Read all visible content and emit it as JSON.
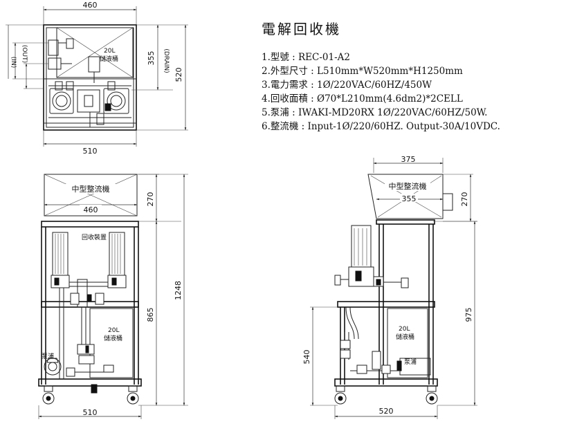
{
  "spec": {
    "title": "電解回收機",
    "items": [
      "1.型號 : REC-01-A2",
      "2.外型尺寸 : L510mm*W520mm*H1250mm",
      "3.電力需求 : 1Ø/220VAC/60HZ/450W",
      "4.回收面積 : Ø70*L210mm(4.6dm2)*2CELL",
      "5.泵浦 : IWAKI-MD20RX 1Ø/220VAC/60HZ/50W.",
      "6.整流機 : Input-1Ø/220/60HZ. Output-30A/10VDC."
    ]
  },
  "top_view": {
    "dim_top": "460",
    "dim_bottom": "510",
    "dim_in": "(IN)",
    "dim_out": "(OUT)",
    "dim_355": "355",
    "dim_drain": "(DRAIN)",
    "dim_520": "520",
    "tank_label_1": "20L",
    "tank_label_2": "儲液桶"
  },
  "front_view": {
    "rectifier_label": "中型整流機",
    "dim_460": "460",
    "dim_270": "270",
    "device_label": "回收裝置",
    "dim_865": "865",
    "dim_1248": "1248",
    "tank_label_1": "20L",
    "tank_label_2": "儲液桶",
    "pump_label": "泵浦",
    "dim_510": "510"
  },
  "side_view": {
    "dim_375": "375",
    "rectifier_label": "中型整流機",
    "dim_355": "355",
    "dim_270": "270",
    "dim_975": "975",
    "tank_label_1": "20L",
    "tank_label_2": "儲液桶",
    "dim_540": "540",
    "pump_label": "泵浦",
    "dim_520": "520"
  }
}
